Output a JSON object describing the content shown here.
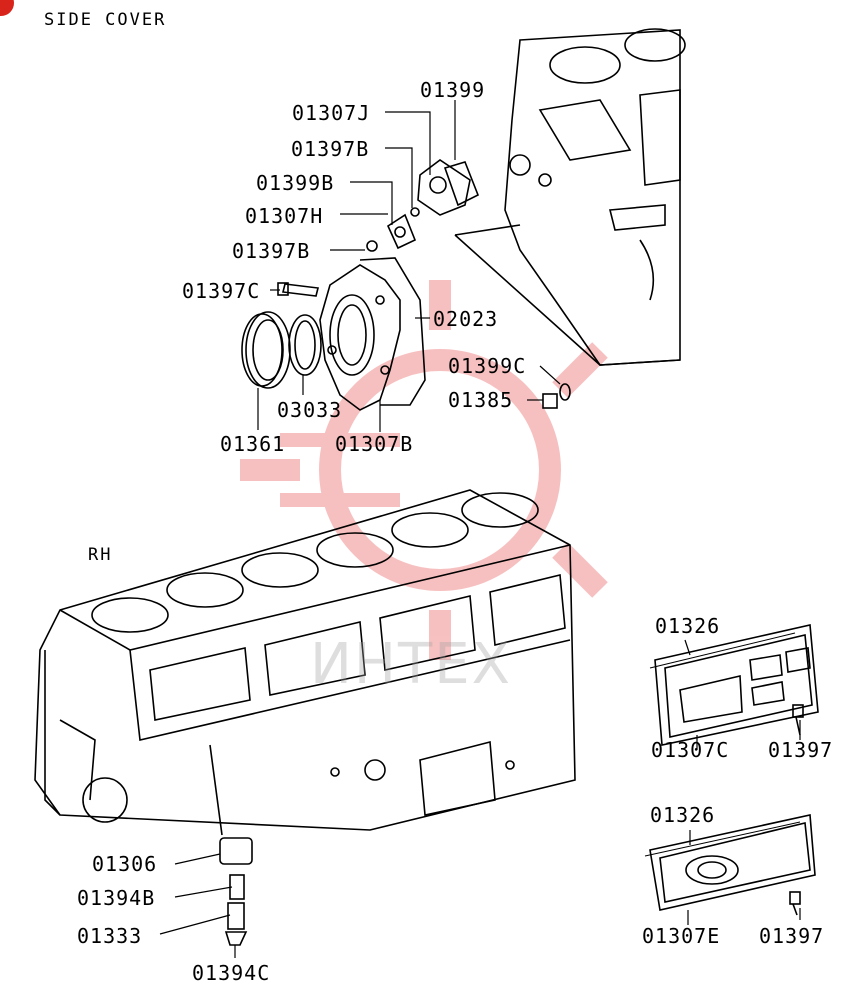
{
  "header": {
    "title": "SIDE COVER",
    "side_label": "RH"
  },
  "watermark": {
    "text": "ИНТЕХ",
    "color": "#e8342c"
  },
  "colors": {
    "ink": "#000000",
    "watermark": "#f08080"
  },
  "parts": {
    "p01399": "01399",
    "p01307J": "01307J",
    "p01397B_a": "01397B",
    "p01399B": "01399B",
    "p01307H": "01307H",
    "p01397B_b": "01397B",
    "p01397C": "01397C",
    "p02023": "02023",
    "p01399C": "01399C",
    "p01385": "01385",
    "p03033": "03033",
    "p01361": "01361",
    "p01307B": "01307B",
    "p01326_a": "01326",
    "p01307C": "01307C",
    "p01397_a": "01397",
    "p01326_b": "01326",
    "p01307E": "01307E",
    "p01397_b": "01397",
    "p01306": "01306",
    "p01394B": "01394B",
    "p01333": "01333",
    "p01394C": "01394C"
  }
}
